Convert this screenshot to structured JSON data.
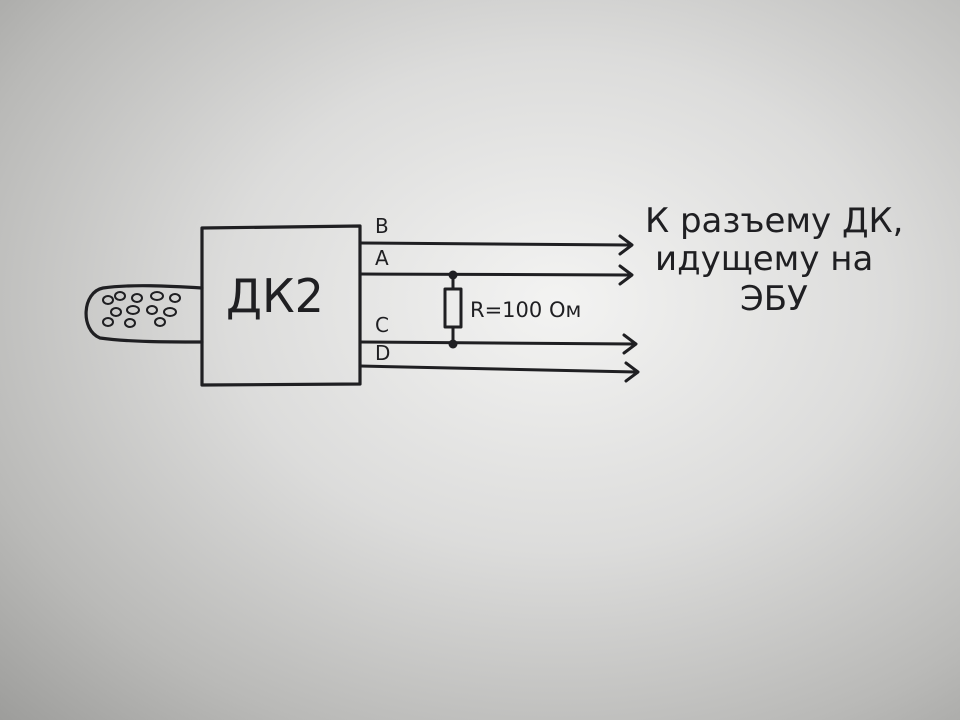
{
  "sensor": {
    "label": "ДК2"
  },
  "pins": {
    "b": "B",
    "a": "A",
    "c": "C",
    "d": "D"
  },
  "resistor": {
    "label": "R=100 Ом"
  },
  "note": {
    "line1": "К разъему ДК,",
    "line2": "идущему на",
    "line3": "ЭБУ"
  },
  "colors": {
    "ink": "#1f1f22",
    "paper": "#e6e6e5"
  }
}
